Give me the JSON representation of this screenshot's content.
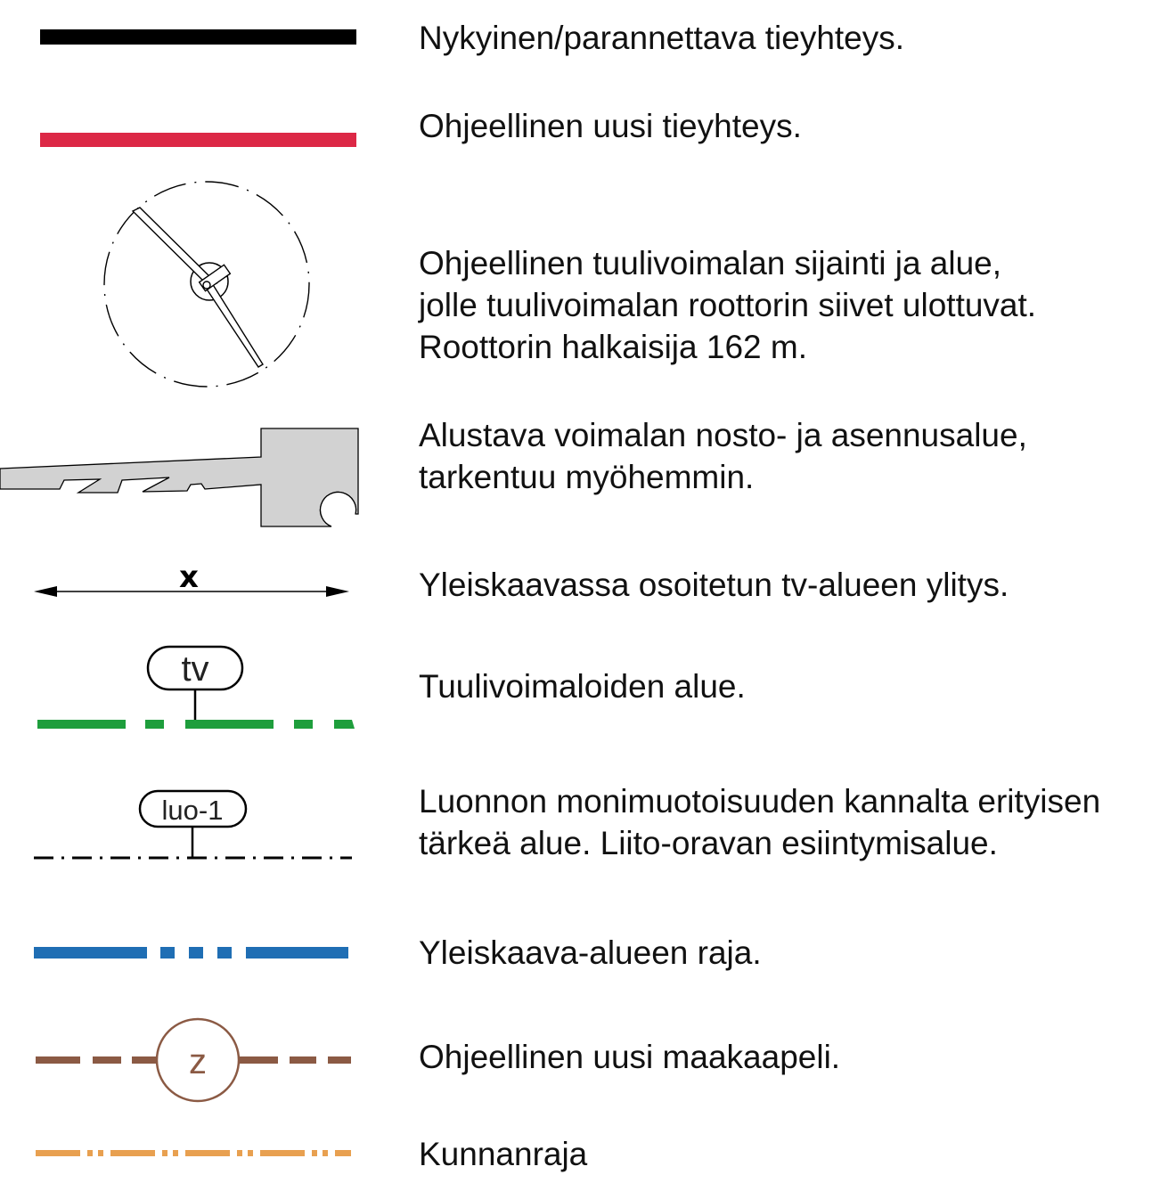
{
  "legend": {
    "items": [
      {
        "id": "existing-road",
        "lines": [
          "Nykyinen/parannettava tieyhteys."
        ],
        "color": "#000000"
      },
      {
        "id": "new-road",
        "lines": [
          "Ohjeellinen uusi tieyhteys."
        ],
        "color": "#dc2846"
      },
      {
        "id": "turbine",
        "lines": [
          "Ohjeellinen tuulivoimalan sijainti ja alue,",
          "jolle tuulivoimalan roottorin siivet ulottuvat.",
          "Roottorin halkaisija 162 m."
        ],
        "color": "#000000"
      },
      {
        "id": "crane-area",
        "lines": [
          "Alustava voimalan nosto- ja asennusalue,",
          "tarkentuu myöhemmin."
        ],
        "color": "#d2d2d2"
      },
      {
        "id": "tv-crossing",
        "lines": [
          "Yleiskaavassa osoitetun tv-alueen ylitys."
        ],
        "symbol_text": "x",
        "color": "#000000"
      },
      {
        "id": "tv-area",
        "lines": [
          "Tuulivoimaloiden alue."
        ],
        "symbol_text": "tv",
        "color": "#1e9e3c"
      },
      {
        "id": "nature-area",
        "lines": [
          "Luonnon monimuotoisuuden kannalta erityisen",
          "tärkeä alue. Liito-oravan esiintymisalue."
        ],
        "symbol_text": "luo-1",
        "color": "#000000"
      },
      {
        "id": "plan-boundary",
        "lines": [
          "Yleiskaava-alueen raja."
        ],
        "color": "#1f6eb4"
      },
      {
        "id": "ground-cable",
        "lines": [
          "Ohjeellinen uusi maakaapeli."
        ],
        "symbol_text": "z",
        "color": "#8b5a44"
      },
      {
        "id": "municipal-border",
        "lines": [
          "Kunnanraja"
        ],
        "color": "#e8a050"
      }
    ]
  }
}
